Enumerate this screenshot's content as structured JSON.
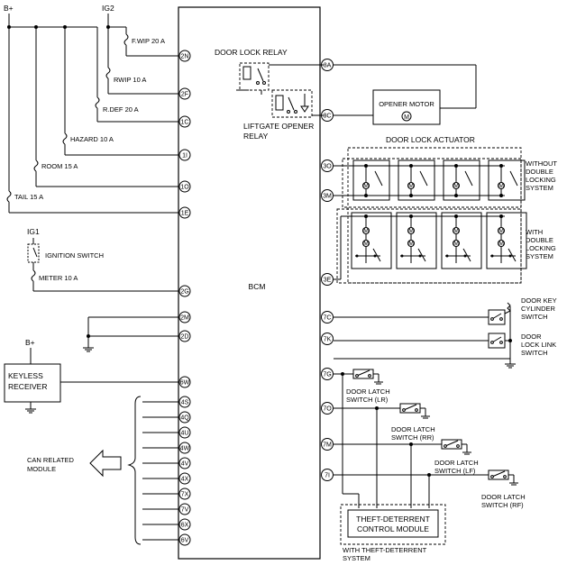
{
  "labels": {
    "bplus_top": "B+",
    "ig2": "IG2",
    "ig1": "IG1",
    "bcm": "BCM",
    "fwip": "F.WIP 20 A",
    "rwip": "RWIP 10 A",
    "rdef": "R.DEF 20 A",
    "hazard": "HAZARD 10 A",
    "room": "ROOM 15 A",
    "tail": "TAIL 15 A",
    "ignition_switch": "IGNITION SWITCH",
    "meter": "METER 10 A",
    "bplus_keyless": "B+",
    "keyless_line1": "KEYLESS",
    "keyless_line2": "RECEIVER",
    "can_line1": "CAN RELATED",
    "can_line2": "MODULE",
    "door_lock_relay": "DOOR LOCK RELAY",
    "liftgate_line1": "LIFTGATE OPENER",
    "liftgate_line2": "RELAY",
    "opener_motor": "OPENER MOTOR",
    "door_lock_actuator": "DOOR LOCK ACTUATOR",
    "without_line1": "WITHOUT",
    "without_line2": "DOUBLE",
    "without_line3": "LOCKING",
    "without_line4": "SYSTEM",
    "with_line1": "WITH",
    "with_line2": "DOUBLE",
    "with_line3": "LOCKING",
    "with_line4": "SYSTEM",
    "door_key_line1": "DOOR KEY",
    "door_key_line2": "CYLINDER",
    "door_key_line3": "SWITCH",
    "door_lock_link_line1": "DOOR",
    "door_lock_link_line2": "LOCK LINK",
    "door_lock_link_line3": "SWITCH",
    "latch_lr_line1": "DOOR LATCH",
    "latch_lr_line2": "SWITCH (LR)",
    "latch_rr_line1": "DOOR LATCH",
    "latch_rr_line2": "SWITCH (RR)",
    "latch_lf_line1": "DOOR LATCH",
    "latch_lf_line2": "SWITCH (LF)",
    "latch_rf_line1": "DOOR LATCH",
    "latch_rf_line2": "SWITCH (RF)",
    "theft_line1": "THEFT-DETERRENT",
    "theft_line2": "CONTROL MODULE",
    "with_theft_line1": "WITH THEFT-DETERRENT",
    "with_theft_line2": "SYSTEM",
    "motor_symbol": "M"
  },
  "pins_left": [
    "2N",
    "2F",
    "1C",
    "1I",
    "1O",
    "1E",
    "2G",
    "2M",
    "2D",
    "6W",
    "4S",
    "4Q",
    "4U",
    "4W",
    "4V",
    "4X",
    "7X",
    "7V",
    "6X",
    "6V"
  ],
  "pins_right": [
    "3A",
    "3C",
    "3O",
    "3M",
    "3E",
    "7C",
    "7K",
    "7G",
    "7O",
    "7M",
    "7I"
  ]
}
